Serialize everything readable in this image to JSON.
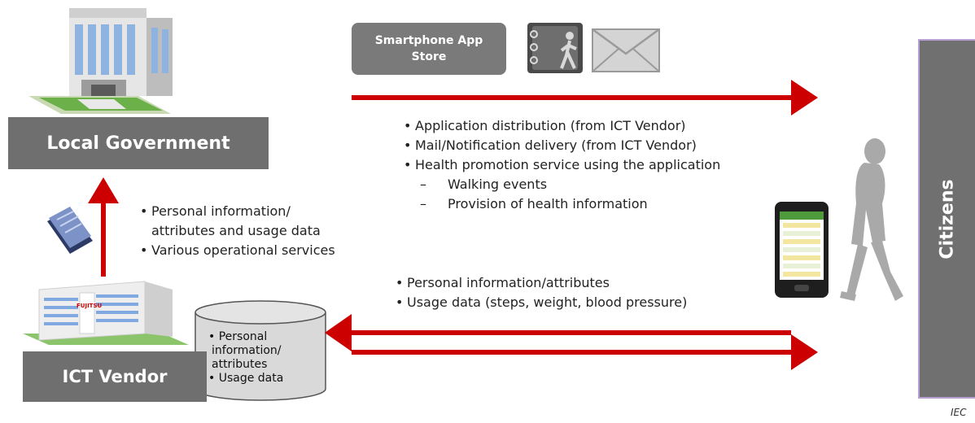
{
  "local_government": {
    "label": "Local Government"
  },
  "app_store": {
    "label_line1": "Smartphone App",
    "label_line2": "Store"
  },
  "ict_vendor": {
    "label": "ICT Vendor",
    "logo_text": "FUJITSU"
  },
  "citizens": {
    "label": "Citizens"
  },
  "top_bullets": [
    "Application distribution (from ICT Vendor)",
    "Mail/Notification delivery (from ICT Vendor)",
    "Health promotion service using the application"
  ],
  "top_subbullets": [
    "Walking events",
    "Provision of health information"
  ],
  "left_bullets": [
    "Personal information/",
    "attributes and usage data",
    "Various operational services"
  ],
  "bottom_bullets": [
    "Personal information/attributes",
    "Usage data (steps, weight, blood pressure)"
  ],
  "database": {
    "line1": "Personal",
    "line2": "information/",
    "line3": "attributes",
    "line4": "Usage data"
  },
  "footer": {
    "label": "IEC"
  },
  "colors": {
    "arrow": "#cc0000",
    "box": "#6f6f6f",
    "citizens_border": "#b79fd1"
  }
}
